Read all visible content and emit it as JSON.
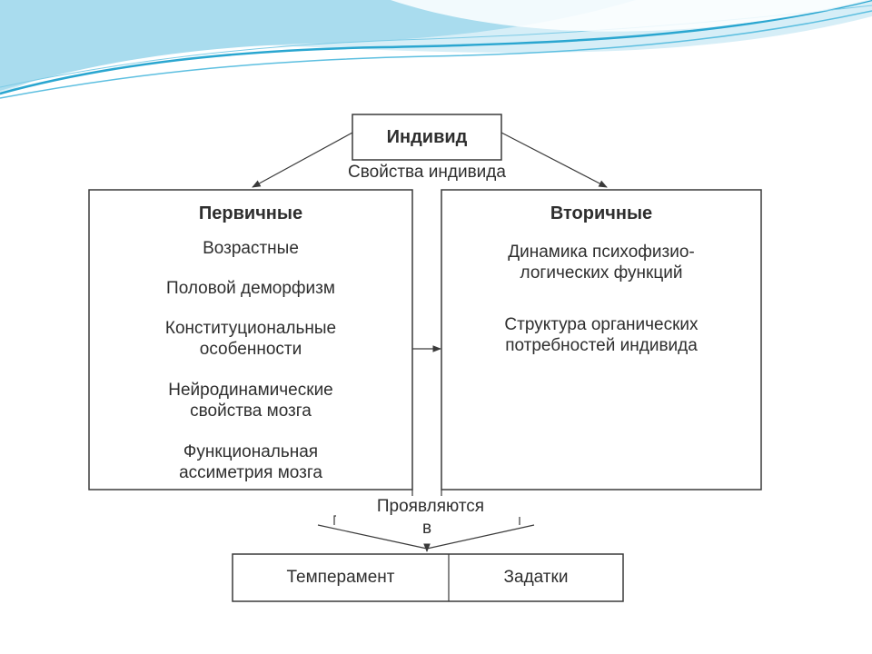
{
  "colors": {
    "wave_light": "#cfeaf5",
    "wave_mid": "#8fd0e8",
    "wave_dark": "#2aa6d0",
    "line": "#3a3a3a",
    "text": "#2e2e2e"
  },
  "diagram": {
    "root": "Индивид",
    "root_edge_label": "Свойства индивида",
    "primary": {
      "title": "Первичные",
      "items": [
        [
          "Возрастные"
        ],
        [
          "Половой деморфизм"
        ],
        [
          "Конституциональные",
          "особенности"
        ],
        [
          "Нейродинамические",
          "свойства мозга"
        ],
        [
          "Функциональная",
          "ассиметрия мозга"
        ]
      ]
    },
    "secondary": {
      "title": "Вторичные",
      "items": [
        [
          "Динамика психофизио-",
          "логических функций"
        ],
        [
          "Структура органических",
          "потребностей индивида"
        ]
      ]
    },
    "manifest_label": [
      "Проявляются",
      "в"
    ],
    "outputs": [
      "Темперамент",
      "Задатки"
    ]
  }
}
